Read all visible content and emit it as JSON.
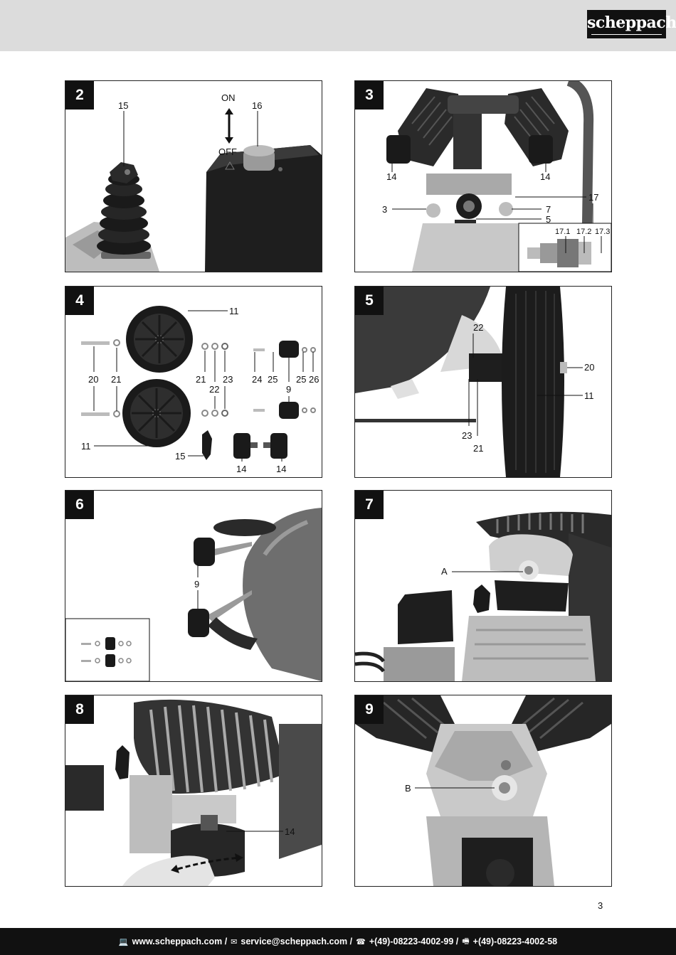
{
  "brand": "scheppach",
  "page_number": "3",
  "figures": [
    {
      "number": "2",
      "labels": [
        "15",
        "ON",
        "16",
        "OFF"
      ]
    },
    {
      "number": "3",
      "labels": [
        "14",
        "14",
        "17",
        "3",
        "7",
        "5",
        "17.1",
        "17.2",
        "17.3"
      ]
    },
    {
      "number": "4",
      "labels": [
        "11",
        "20",
        "21",
        "21",
        "22",
        "23",
        "24",
        "25",
        "9",
        "25",
        "26",
        "11",
        "15",
        "14",
        "14"
      ]
    },
    {
      "number": "5",
      "labels": [
        "22",
        "20",
        "11",
        "23",
        "21"
      ]
    },
    {
      "number": "6",
      "labels": [
        "9"
      ]
    },
    {
      "number": "7",
      "labels": [
        "A"
      ]
    },
    {
      "number": "8",
      "labels": [
        "14"
      ]
    },
    {
      "number": "9",
      "labels": [
        "B"
      ]
    }
  ],
  "footer": {
    "web_icon": "monitor-icon",
    "web": "www.scheppach.com /",
    "mail_icon": "envelope-icon",
    "email": "service@scheppach.com /",
    "phone_icon": "telephone-icon",
    "phone": "+(49)-08223-4002-99 /",
    "fax_icon": "fax-icon",
    "fax": "+(49)-08223-4002-58"
  }
}
